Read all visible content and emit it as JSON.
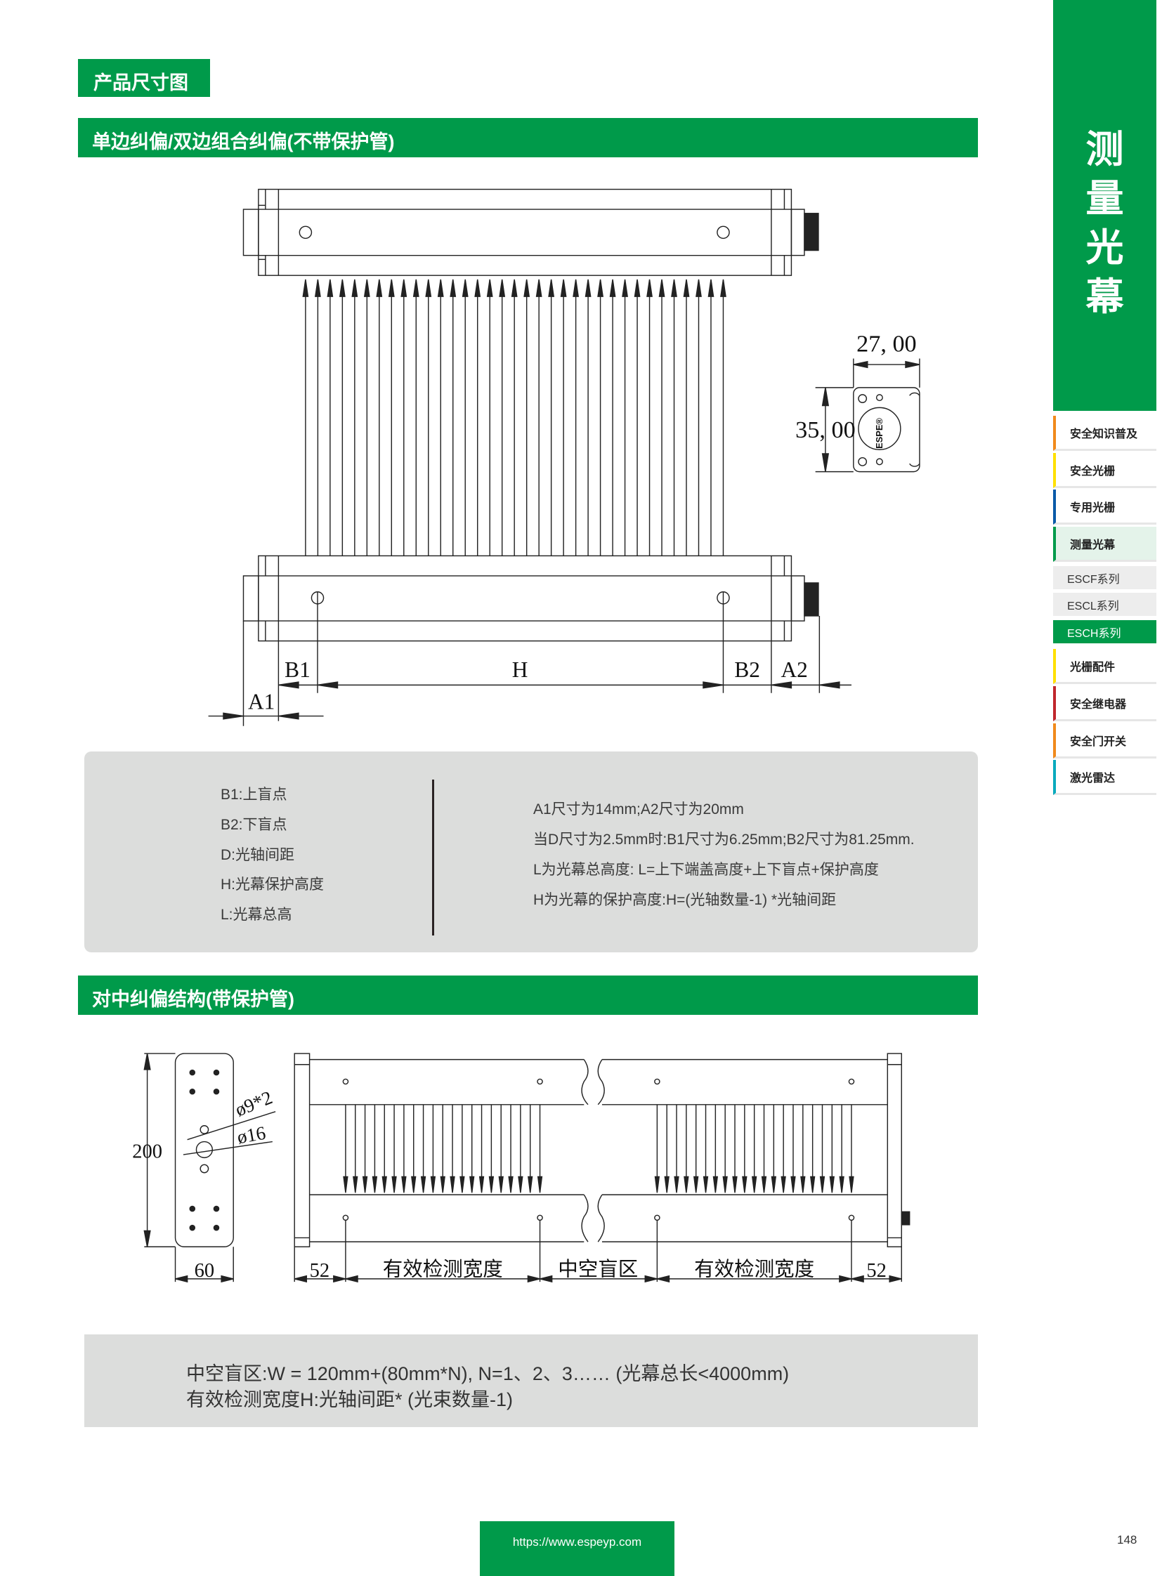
{
  "section_tag": "产品尺寸图",
  "header1": "单边纠偏/双边组合纠偏(不带保护管)",
  "header2": "对中纠偏结构(带保护管)",
  "side_title": [
    "测",
    "量",
    "光",
    "幕"
  ],
  "nav": [
    {
      "label": "安全知识普及",
      "color": "#f08a1c"
    },
    {
      "label": "安全光栅",
      "color": "#ffe000"
    },
    {
      "label": "专用光栅",
      "color": "#0a5aa8"
    },
    {
      "label": "测量光幕",
      "color": "#009a4a",
      "active": true
    },
    {
      "label": "光栅配件",
      "color": "#ffe000"
    },
    {
      "label": "安全继电器",
      "color": "#c0272d"
    },
    {
      "label": "安全门开关",
      "color": "#f08a1c"
    },
    {
      "label": "激光雷达",
      "color": "#0aaabd"
    }
  ],
  "subnav": [
    {
      "label": "ESCF系列"
    },
    {
      "label": "ESCL系列"
    },
    {
      "label": "ESCH系列",
      "selected": true
    }
  ],
  "diagram1": {
    "B1": "B1",
    "H": "H",
    "B2": "B2",
    "A2": "A2",
    "A1": "A1",
    "width_dim": "27, 00",
    "height_dim": "35, 00",
    "logo": "ESPE®"
  },
  "legend1": {
    "left": [
      "B1:上盲点",
      "B2:下盲点",
      "D:光轴间距",
      "H:光幕保护高度",
      "L:光幕总高"
    ],
    "right": [
      "A1尺寸为14mm;A2尺寸为20mm",
      "当D尺寸为2.5mm时:B1尺寸为6.25mm;B2尺寸为81.25mm.",
      "L为光幕总高度: L=上下端盖高度+上下盲点+保护高度",
      "H为光幕的保护高度:H=(光轴数量-1) *光轴间距"
    ]
  },
  "diagram2": {
    "height": "200",
    "width": "60",
    "hole_small": "ø9*2",
    "hole_large": "ø16",
    "margin_left": "52",
    "effective_left": "有效检测宽度",
    "hollow": "中空盲区",
    "effective_right": "有效检测宽度",
    "margin_right": "52"
  },
  "legend2": [
    "中空盲区:W = 120mm+(80mm*N), N=1、2、3…… (光幕总长<4000mm)",
    "有效检测宽度H:光轴间距* (光束数量-1)"
  ],
  "footer_url": "https://www.espeyp.com",
  "page_number": "148",
  "colors": {
    "brand_green": "#009a4a",
    "panel_gray": "#dcdddc"
  }
}
